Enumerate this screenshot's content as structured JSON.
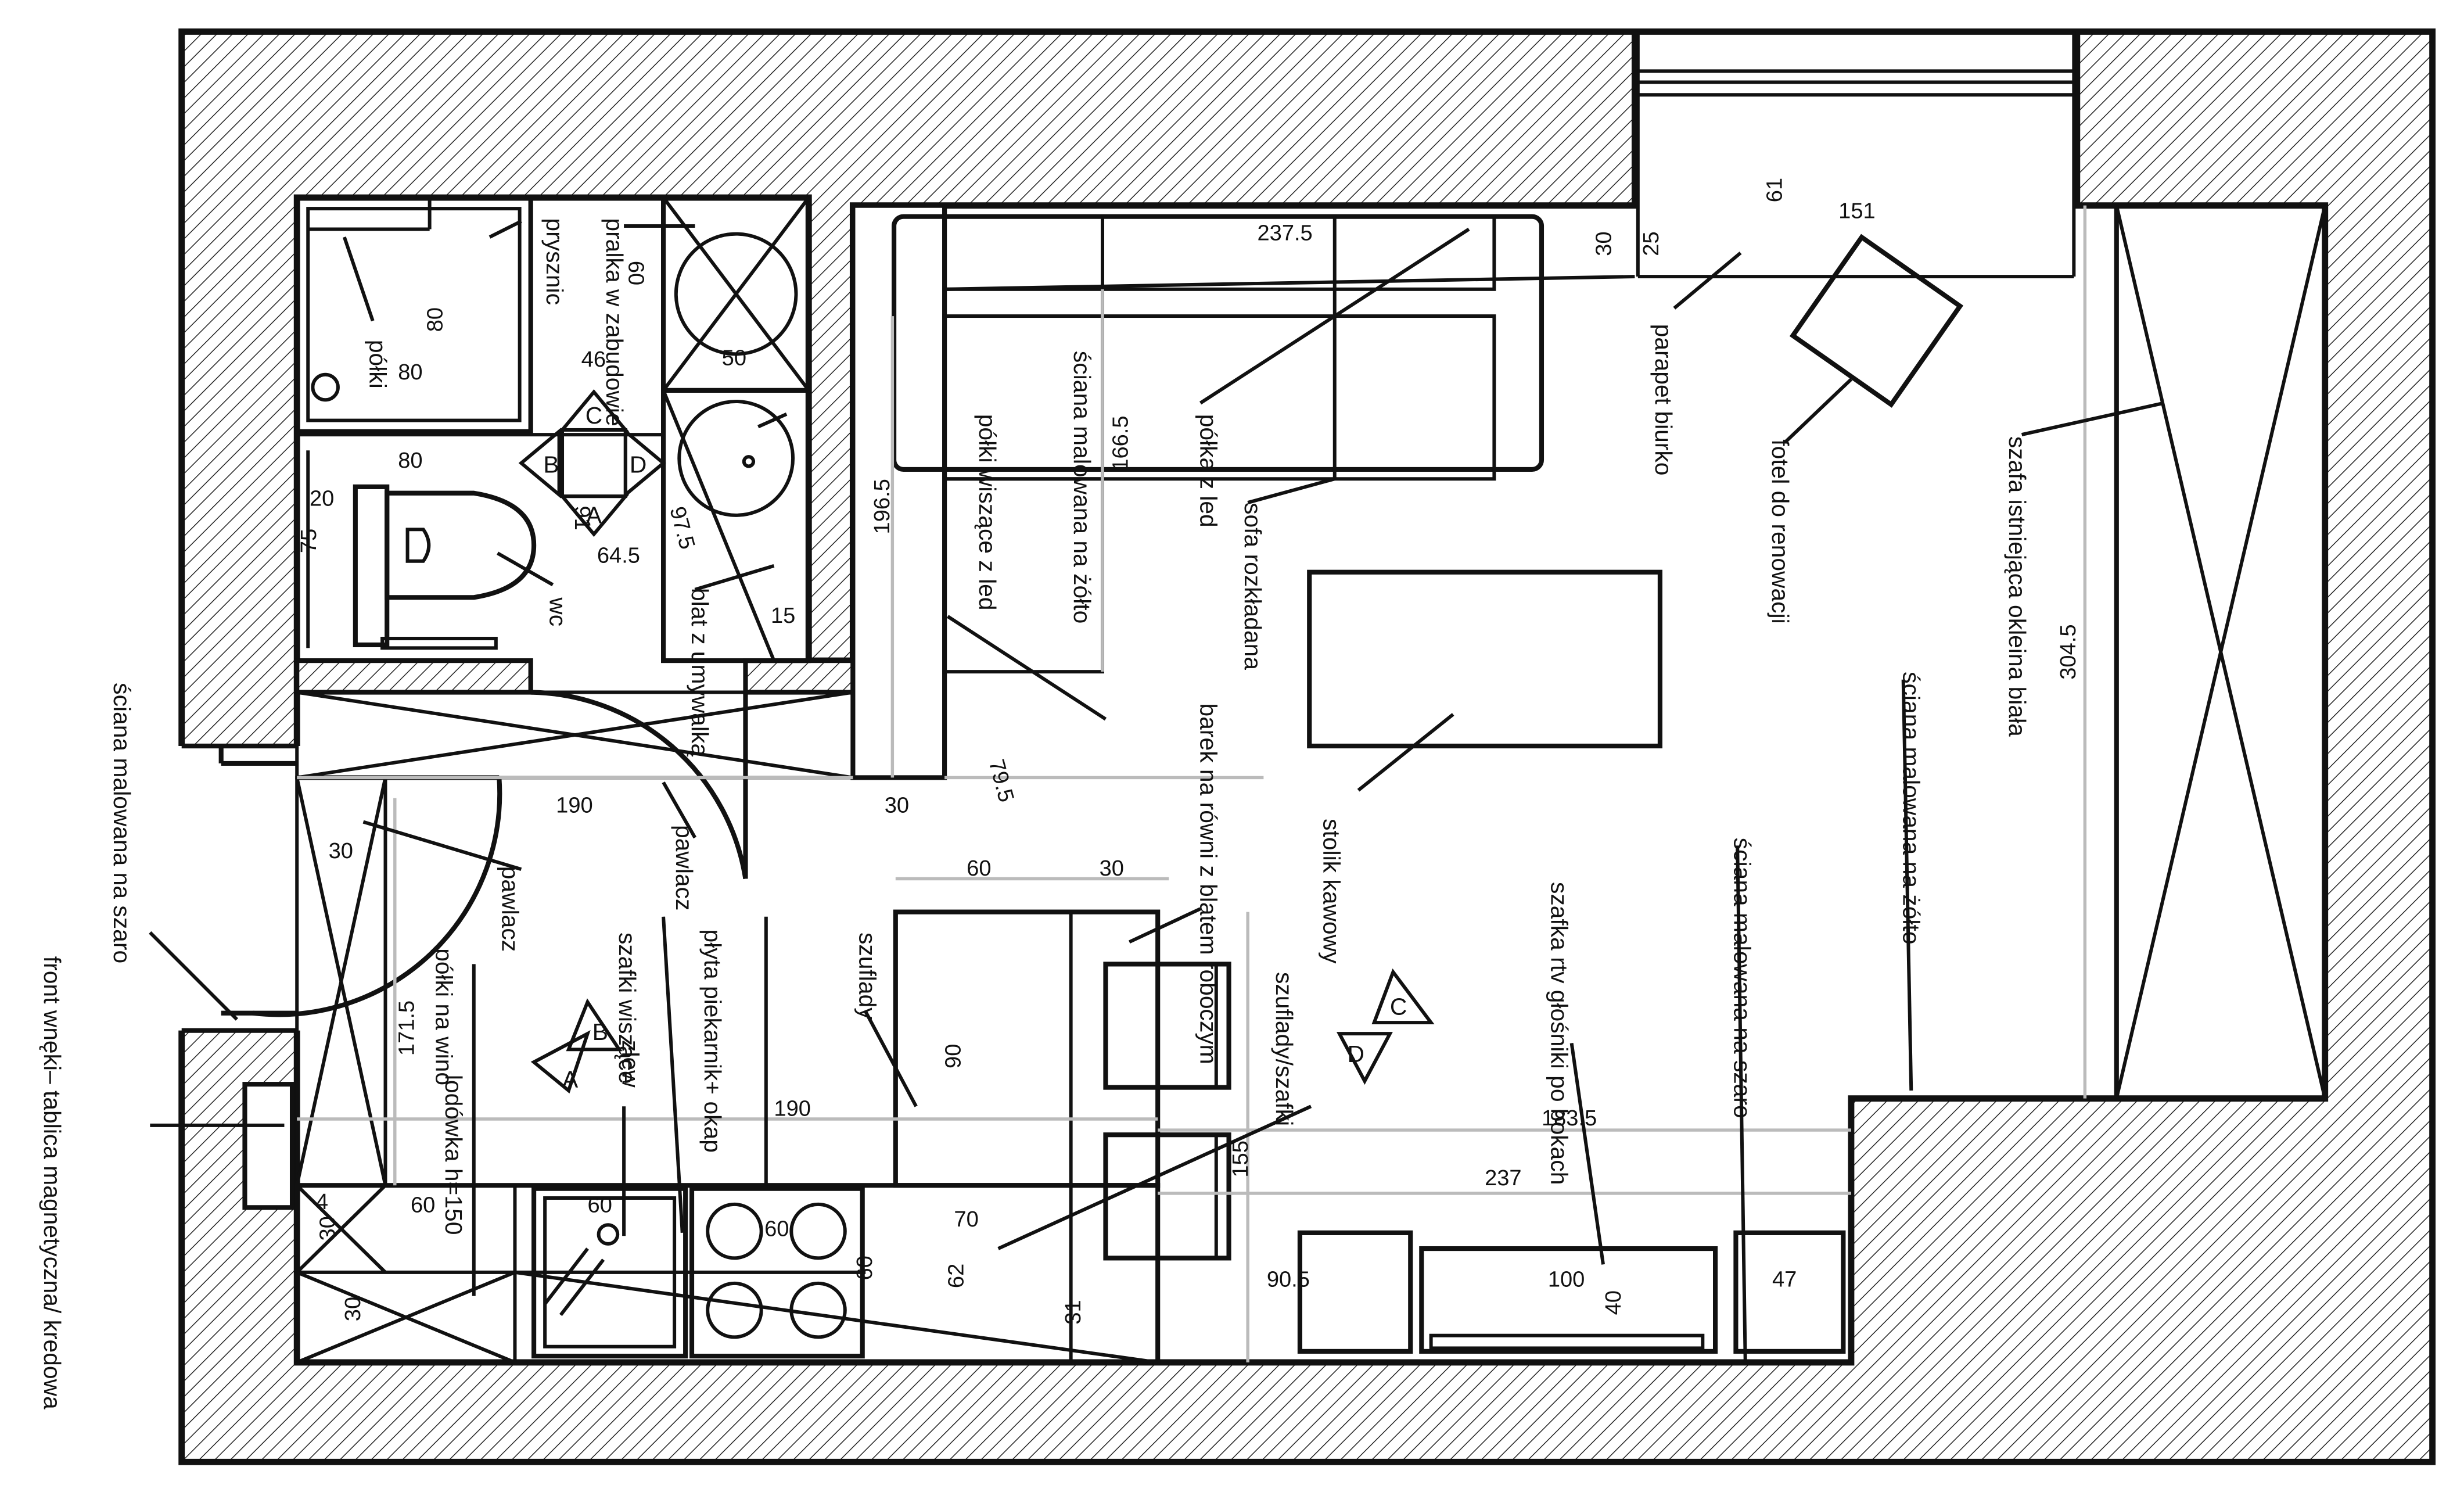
{
  "labels": {
    "polki_bath": "półki",
    "pralka": "pralka w zabudowie",
    "prysznic": "prysznic",
    "wc": "wc",
    "blat": "blat z umywalką",
    "polki_led_1": "półki wiszące z led",
    "sciana_zolto_1": "ściana malowana na żółto",
    "polka_led_2": "półka z led",
    "sofa": "sofa rozkładana",
    "parapet": "parapet biurko",
    "fotel": "fotel do renowacji",
    "szafa": "szafa istniejąca okleina biała",
    "sciana_zolto_2": "ściana malowana na żółto",
    "barek": "barek na równi z blatem roboczym",
    "stolik": "stolik kawowy",
    "sciana_szaro_1": "ściana malowana na szaro",
    "front": "front wnęki– tablica magnetyczna/ kredowa",
    "pawlacz_1": "pawlacz",
    "pawlacz_2": "pawlacz",
    "polki_wino": "półki na wino",
    "lodowka": "lodówka h=150",
    "szafki_wiszace": "szafki wiszące",
    "zlew": "zlew",
    "plyta": "płyta piekarnik+ okap",
    "szuflady": "szuflady",
    "szuflady_szafki": "szuflady/szafki",
    "szafka_rtv": "szafka rtv głośniki po bokach",
    "sciana_szaro_2": "ściana malowana na szaro"
  },
  "dimensions": {
    "d80_v": "80",
    "d80_h": "80",
    "d80_h2": "80",
    "d60_top": "60",
    "d46": "46",
    "d50": "50",
    "d20": "20",
    "d75": "75",
    "d91": "91",
    "d64_5": "64.5",
    "d97_5": "97.5",
    "d15": "15",
    "d237_5": "237.5",
    "d196_5": "196.5",
    "d166_5": "166.5",
    "d30_sofa": "30",
    "d25": "25",
    "d61": "61",
    "d151": "151",
    "d304_5": "304.5",
    "d190_top": "190",
    "d30_mid": "30",
    "d30_left": "30",
    "d79_5": "79.5",
    "d60_mid": "60",
    "d30_mid2": "30",
    "d171_5": "171.5",
    "d90": "90",
    "d190_mid": "190",
    "d155": "155",
    "d183_5": "183.5",
    "d237": "237",
    "d4": "4",
    "d30_k1": "30",
    "d60_k1": "60",
    "d60_k2": "60",
    "d60_k3": "60",
    "d70": "70",
    "d62": "62",
    "d60_k4": "60",
    "d30_k2": "30",
    "d31": "31",
    "d90_5": "90.5",
    "d100": "100",
    "d40": "40",
    "d47": "47"
  },
  "views": {
    "a": "A",
    "b": "B",
    "c": "C",
    "d": "D"
  },
  "colors": {
    "line": "#111111",
    "hatch": "#222222",
    "dim": "#bbbbbb"
  }
}
